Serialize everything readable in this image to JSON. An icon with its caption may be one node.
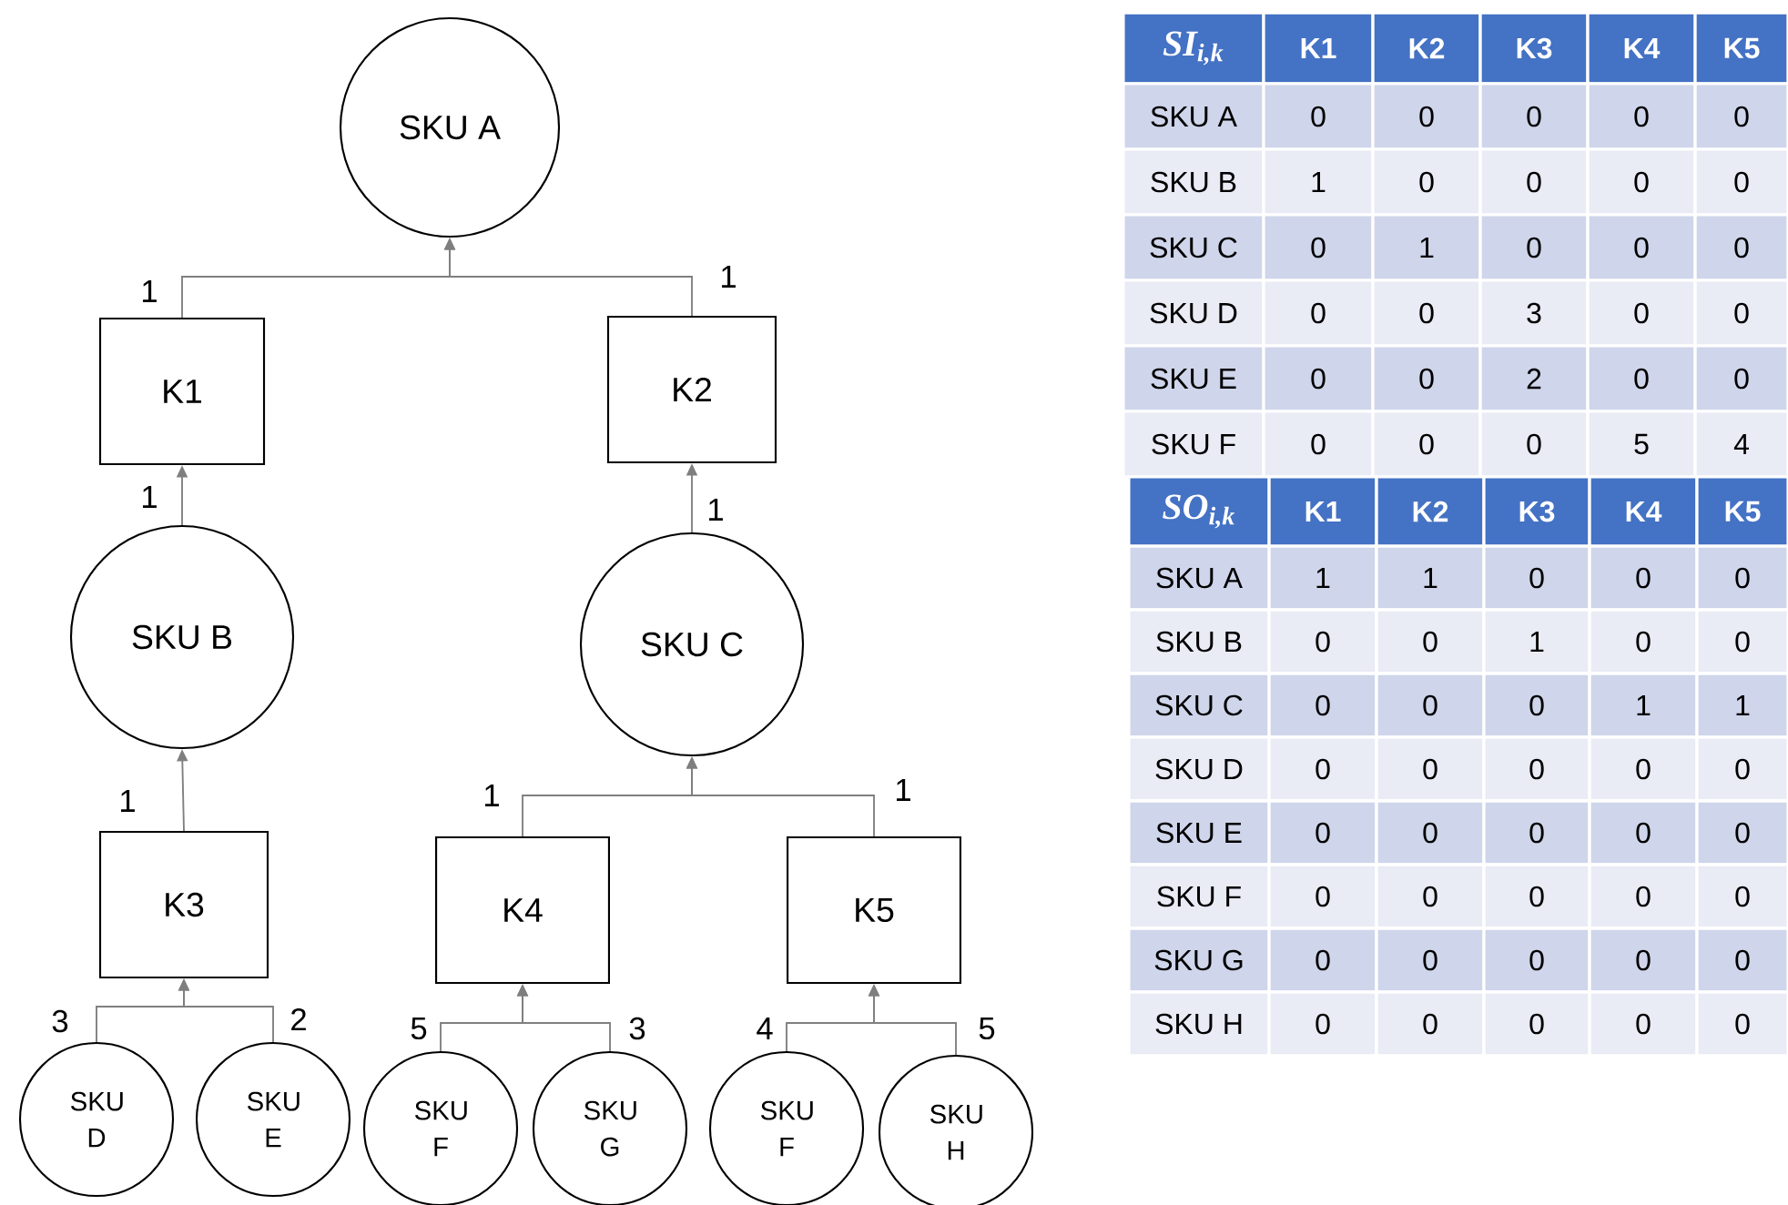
{
  "diagram": {
    "nodes": [
      {
        "text": [
          "SKU A"
        ]
      },
      {
        "text": [
          "K1"
        ]
      },
      {
        "text": [
          "K2"
        ]
      },
      {
        "text": [
          "SKU B"
        ]
      },
      {
        "text": [
          "SKU C"
        ]
      },
      {
        "text": [
          "K3"
        ]
      },
      {
        "text": [
          "K4"
        ]
      },
      {
        "text": [
          "K5"
        ]
      },
      {
        "text": [
          "SKU D"
        ]
      },
      {
        "text": [
          "SKU E"
        ]
      },
      {
        "text": [
          "SKU F"
        ]
      },
      {
        "text": [
          "SKU G"
        ]
      },
      {
        "text": [
          "SKU F"
        ]
      },
      {
        "text": [
          "SKU H"
        ]
      }
    ],
    "edges": [
      {
        "from": 1,
        "to": 0,
        "arrow": "to",
        "label": "1"
      },
      {
        "from": 2,
        "to": 0,
        "arrow": "to",
        "label": "1"
      },
      {
        "from": 3,
        "to": 1,
        "arrow": "to",
        "label": "1"
      },
      {
        "from": 4,
        "to": 2,
        "arrow": "to",
        "label": "1"
      },
      {
        "from": 5,
        "to": 3,
        "arrow": "to",
        "label": "1"
      },
      {
        "from": 6,
        "to": 4,
        "arrow": "to",
        "label": "1"
      },
      {
        "from": 7,
        "to": 4,
        "arrow": "to",
        "label": "1"
      },
      {
        "from": 8,
        "to": 5,
        "arrow": "to",
        "label": "3"
      },
      {
        "from": 9,
        "to": 5,
        "arrow": "to",
        "label": "2"
      },
      {
        "from": 10,
        "to": 6,
        "arrow": "to",
        "label": "5"
      },
      {
        "from": 11,
        "to": 6,
        "arrow": "to",
        "label": "3"
      },
      {
        "from": 12,
        "to": 7,
        "arrow": "to",
        "label": "4"
      },
      {
        "from": 13,
        "to": 7,
        "arrow": "to",
        "label": "5"
      }
    ],
    "labels": [
      "SI$_{i,k}$",
      "K1",
      "K2",
      "K3",
      "K4",
      "K5",
      "SKU A",
      "0",
      "0",
      "0",
      "0",
      "0",
      "SKU B",
      "1",
      "0",
      "0",
      "0",
      "0",
      "SKU C",
      "0",
      "1",
      "0",
      "0",
      "0",
      "SKU D",
      "0",
      "0",
      "3",
      "0",
      "0",
      "SKU E",
      "0",
      "0",
      "2",
      "0",
      "0",
      "SKU F",
      "0",
      "0",
      "0",
      "5",
      "4",
      "SO$_{i,k}$",
      "K1",
      "K2",
      "K3",
      "K4",
      "K5",
      "SKU A",
      "1",
      "1",
      "0",
      "0",
      "0",
      "SKU B",
      "0",
      "0",
      "1",
      "0",
      "0",
      "SKU C",
      "0",
      "0",
      "0",
      "1",
      "1",
      "SKU D",
      "0",
      "0",
      "0",
      "0",
      "0",
      "SKU E",
      "0",
      "0",
      "0",
      "0",
      "0",
      "SKU F",
      "0",
      "0",
      "0",
      "0",
      "0",
      "SKU G",
      "0",
      "0",
      "0",
      "0",
      "0",
      "SKU H",
      "0",
      "0",
      "0",
      "0",
      "0"
    ]
  }
}
